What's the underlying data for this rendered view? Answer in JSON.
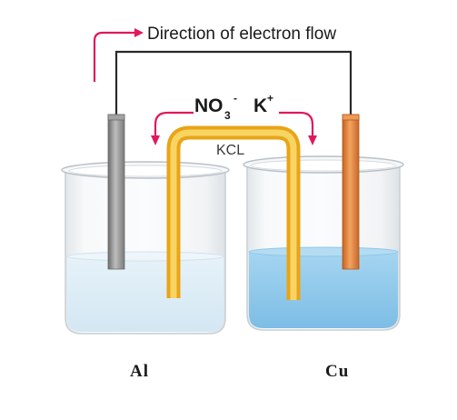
{
  "labels": {
    "flow": "Direction of electron flow",
    "anion_base": "NO",
    "anion_sub": "3",
    "anion_sup": "-",
    "cation_base": "K",
    "cation_sup": "+",
    "bridge": "KCL",
    "left_metal": "Al",
    "right_metal": "Cu"
  },
  "colors": {
    "arrow": "#e0195a",
    "wire": "#2a2a2a",
    "salt_bridge": "#f2b823",
    "anode": "#8e8e8e",
    "cathode": "#e0823a",
    "left_solution": "#dcecf6",
    "right_solution": "#8ec8ea",
    "glass": "#c9cfd4"
  },
  "icons": [
    "arrow-up-right-icon",
    "arrow-down-left-icon",
    "arrow-down-right-icon"
  ]
}
